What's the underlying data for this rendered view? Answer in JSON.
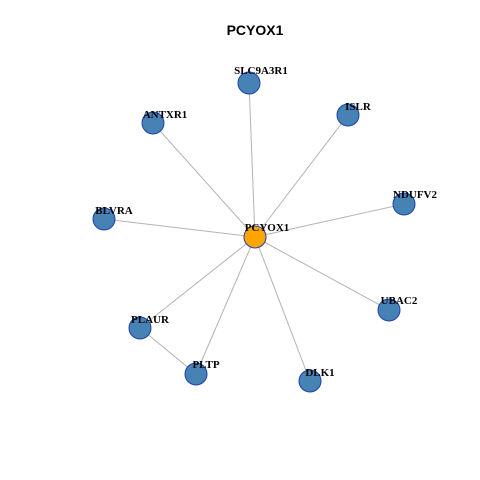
{
  "graph": {
    "title": "PCYOX1",
    "colors": {
      "hub_fill": "#FFA500",
      "hub_stroke": "#B36B00",
      "node_fill": "#4682B4",
      "node_stroke": "#1F3FB0",
      "edge": "#B3B3B3"
    },
    "nodes": [
      {
        "id": "PCYOX1",
        "label": "PCYOX1",
        "hub": true
      },
      {
        "id": "SLC9A3R1",
        "label": "SLC9A3R1"
      },
      {
        "id": "ISLR",
        "label": "ISLR"
      },
      {
        "id": "ANTXR1",
        "label": "ANTXR1"
      },
      {
        "id": "NDUFV2",
        "label": "NDUFV2"
      },
      {
        "id": "BLVRA",
        "label": "BLVRA"
      },
      {
        "id": "UBAC2",
        "label": "UBAC2"
      },
      {
        "id": "PLAUR",
        "label": "PLAUR"
      },
      {
        "id": "PLTP",
        "label": "PLTP"
      },
      {
        "id": "DLK1",
        "label": "DLK1"
      }
    ],
    "edges": [
      [
        "PCYOX1",
        "SLC9A3R1"
      ],
      [
        "PCYOX1",
        "ISLR"
      ],
      [
        "PCYOX1",
        "ANTXR1"
      ],
      [
        "PCYOX1",
        "NDUFV2"
      ],
      [
        "PCYOX1",
        "BLVRA"
      ],
      [
        "PCYOX1",
        "UBAC2"
      ],
      [
        "PCYOX1",
        "PLAUR"
      ],
      [
        "PCYOX1",
        "PLTP"
      ],
      [
        "PCYOX1",
        "DLK1"
      ],
      [
        "PLAUR",
        "PLTP"
      ]
    ]
  }
}
